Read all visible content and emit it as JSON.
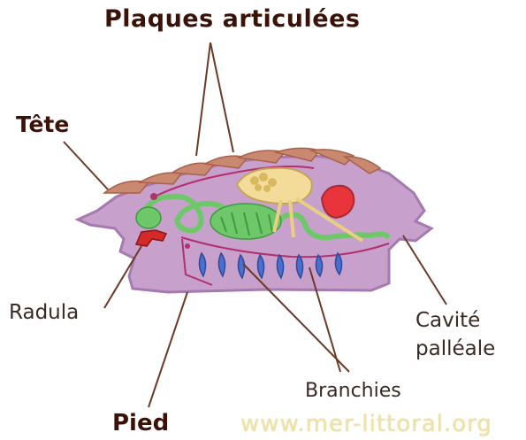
{
  "labels": {
    "plaques": "Plaques articulées",
    "tete": "Tête",
    "radula": "Radula",
    "pied": "Pied",
    "branchies": "Branchies",
    "cavite_line1": "Cavité",
    "cavite_line2": "palléale"
  },
  "watermark": "www.mer-littoral.org",
  "colors": {
    "body": "#c8a0cc",
    "body_outline": "#a47ab0",
    "plates": "#c98870",
    "gut": "#6ec86a",
    "gonad": "#f3dc9a",
    "heart": "#e8343a",
    "gills": "#4a6fd0",
    "nerve": "#b03070",
    "leader": "#6b3a26",
    "label": "#3a1208",
    "watermark": "#efe2a8"
  }
}
